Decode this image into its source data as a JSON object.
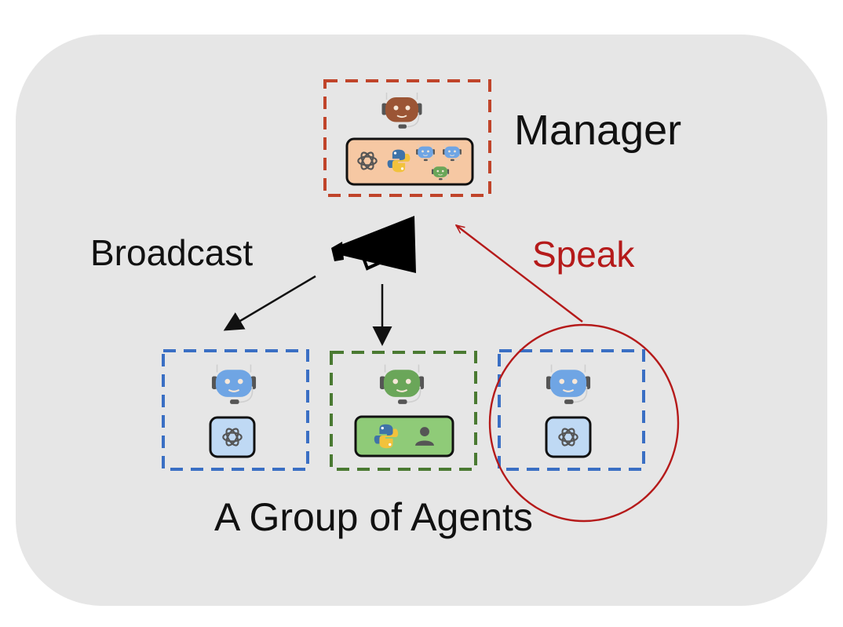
{
  "labels": {
    "manager": "Manager",
    "broadcast": "Broadcast",
    "speak": "Speak",
    "group": "A Group of Agents"
  },
  "colors": {
    "panel_background": "#e6e6e6",
    "manager_border": "#c0442a",
    "manager_tools_fill": "#f6c8a3",
    "manager_robot": "#9b5535",
    "agent_border_blue": "#3a6fc4",
    "agent_border_green": "#4a7a32",
    "agent_robot_blue": "#6fa5e4",
    "agent_robot_green": "#6aa659",
    "agent_tool_blue_fill": "#bfd9f4",
    "agent_tool_green_fill": "#8fcb78",
    "speak_red": "#b51a1a",
    "arrow_black": "#111111"
  },
  "icons": {
    "manager_robot": "robot-icon",
    "megaphone": "megaphone-icon",
    "openai": "openai-icon",
    "python": "python-icon",
    "person": "person-icon"
  }
}
